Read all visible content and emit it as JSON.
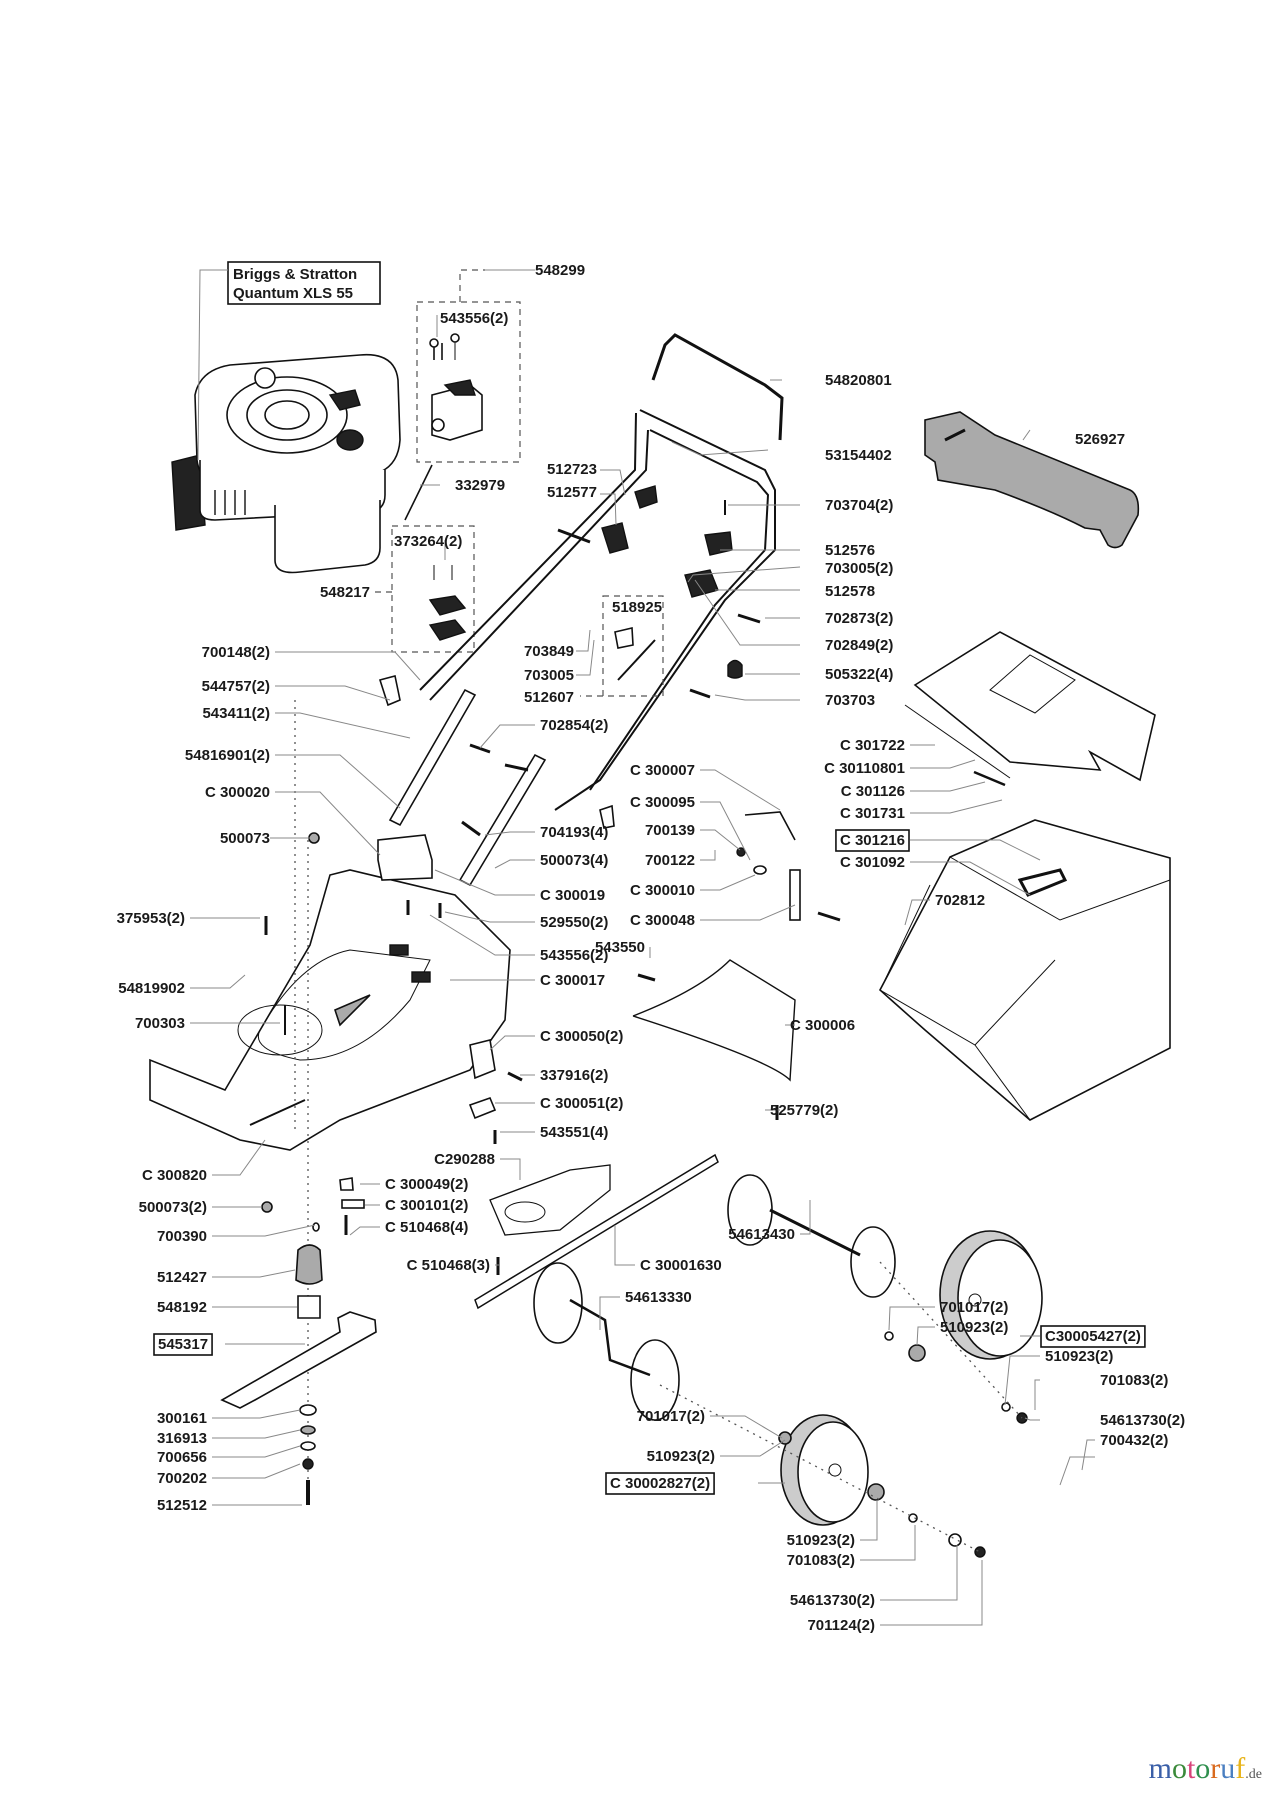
{
  "title": "Briggs & Stratton Quantum XLS 55",
  "engine_label": {
    "line1": "Briggs & Stratton",
    "line2": "Quantum XLS 55"
  },
  "labels": [
    {
      "id": "548299",
      "text": "548299",
      "boxed": false
    },
    {
      "id": "543556-2-top",
      "text": "543556(2)",
      "boxed": false
    },
    {
      "id": "332979",
      "text": "332979",
      "boxed": false
    },
    {
      "id": "373264",
      "text": "373264(2)",
      "boxed": false
    },
    {
      "id": "548217",
      "text": "548217",
      "boxed": false
    },
    {
      "id": "54820801",
      "text": "54820801",
      "boxed": false
    },
    {
      "id": "53154402",
      "text": "53154402",
      "boxed": false
    },
    {
      "id": "526927",
      "text": "526927",
      "boxed": false
    },
    {
      "id": "512723",
      "text": "512723",
      "boxed": false
    },
    {
      "id": "512577",
      "text": "512577",
      "boxed": false
    },
    {
      "id": "703704",
      "text": "703704(2)",
      "boxed": false
    },
    {
      "id": "512576",
      "text": "512576",
      "boxed": false
    },
    {
      "id": "703005-2",
      "text": "703005(2)",
      "boxed": false
    },
    {
      "id": "512578",
      "text": "512578",
      "boxed": false
    },
    {
      "id": "702873",
      "text": "702873(2)",
      "boxed": false
    },
    {
      "id": "518925",
      "text": "518925",
      "boxed": false
    },
    {
      "id": "702849",
      "text": "702849(2)",
      "boxed": false
    },
    {
      "id": "703849",
      "text": "703849",
      "boxed": false
    },
    {
      "id": "703005",
      "text": "703005",
      "boxed": false
    },
    {
      "id": "505322",
      "text": "505322(4)",
      "boxed": false
    },
    {
      "id": "512607",
      "text": "512607",
      "boxed": false
    },
    {
      "id": "703703",
      "text": "703703",
      "boxed": false
    },
    {
      "id": "700148",
      "text": "700148(2)",
      "boxed": false
    },
    {
      "id": "544757",
      "text": "544757(2)",
      "boxed": false
    },
    {
      "id": "543411",
      "text": "543411(2)",
      "boxed": false
    },
    {
      "id": "702854",
      "text": "702854(2)",
      "boxed": false
    },
    {
      "id": "54816901",
      "text": "54816901(2)",
      "boxed": false
    },
    {
      "id": "C301722",
      "text": "C 301722",
      "boxed": false
    },
    {
      "id": "C30110801",
      "text": "C 30110801",
      "boxed": false
    },
    {
      "id": "C300007",
      "text": "C 300007",
      "boxed": false
    },
    {
      "id": "C300020",
      "text": "C 300020",
      "boxed": false
    },
    {
      "id": "C300095",
      "text": "C 300095",
      "boxed": false
    },
    {
      "id": "C301126",
      "text": "C 301126",
      "boxed": false
    },
    {
      "id": "700139",
      "text": "700139",
      "boxed": false
    },
    {
      "id": "C301731",
      "text": "C 301731",
      "boxed": false
    },
    {
      "id": "500073",
      "text": "500073",
      "boxed": false
    },
    {
      "id": "704193",
      "text": "704193(4)",
      "boxed": false
    },
    {
      "id": "C301216",
      "text": "C 301216",
      "boxed": true
    },
    {
      "id": "700122",
      "text": "700122",
      "boxed": false
    },
    {
      "id": "500073-4",
      "text": "500073(4)",
      "boxed": false
    },
    {
      "id": "C301092",
      "text": "C 301092",
      "boxed": false
    },
    {
      "id": "C300019",
      "text": "C 300019",
      "boxed": false
    },
    {
      "id": "C300010",
      "text": "C 300010",
      "boxed": false
    },
    {
      "id": "375953",
      "text": "375953(2)",
      "boxed": false
    },
    {
      "id": "529550",
      "text": "529550(2)",
      "boxed": false
    },
    {
      "id": "C300048",
      "text": "C 300048",
      "boxed": false
    },
    {
      "id": "702812",
      "text": "702812",
      "boxed": false
    },
    {
      "id": "543550",
      "text": "543550",
      "boxed": false
    },
    {
      "id": "543556-2",
      "text": "543556(2)",
      "boxed": false
    },
    {
      "id": "54819902",
      "text": "54819902",
      "boxed": false
    },
    {
      "id": "C300017",
      "text": "C 300017",
      "boxed": false
    },
    {
      "id": "700303",
      "text": "700303",
      "boxed": false
    },
    {
      "id": "C300006",
      "text": "C 300006",
      "boxed": false
    },
    {
      "id": "C300050",
      "text": "C 300050(2)",
      "boxed": false
    },
    {
      "id": "337916",
      "text": "337916(2)",
      "boxed": false
    },
    {
      "id": "C300051",
      "text": "C 300051(2)",
      "boxed": false
    },
    {
      "id": "525779",
      "text": "525779(2)",
      "boxed": false
    },
    {
      "id": "543551",
      "text": "543551(4)",
      "boxed": false
    },
    {
      "id": "C290288",
      "text": "C290288",
      "boxed": false
    },
    {
      "id": "C300820",
      "text": "C 300820",
      "boxed": false
    },
    {
      "id": "C300049",
      "text": "C 300049(2)",
      "boxed": false
    },
    {
      "id": "500073-2",
      "text": "500073(2)",
      "boxed": false
    },
    {
      "id": "C300101",
      "text": "C 300101(2)",
      "boxed": false
    },
    {
      "id": "700390",
      "text": "700390",
      "boxed": false
    },
    {
      "id": "C510468-4",
      "text": "C 510468(4)",
      "boxed": false
    },
    {
      "id": "54613430",
      "text": "54613430",
      "boxed": false
    },
    {
      "id": "C510468-3",
      "text": "C 510468(3)",
      "boxed": false
    },
    {
      "id": "C30001630",
      "text": "C 30001630",
      "boxed": false
    },
    {
      "id": "512427",
      "text": "512427",
      "boxed": false
    },
    {
      "id": "54613330",
      "text": "54613330",
      "boxed": false
    },
    {
      "id": "548192",
      "text": "548192",
      "boxed": false
    },
    {
      "id": "701017-r",
      "text": "701017(2)",
      "boxed": false
    },
    {
      "id": "510923-r1",
      "text": "510923(2)",
      "boxed": false
    },
    {
      "id": "545317",
      "text": "545317",
      "boxed": true
    },
    {
      "id": "C30005427",
      "text": "C30005427(2)",
      "boxed": true
    },
    {
      "id": "510923-r2",
      "text": "510923(2)",
      "boxed": false
    },
    {
      "id": "701083-r",
      "text": "701083(2)",
      "boxed": false
    },
    {
      "id": "300161",
      "text": "300161",
      "boxed": false
    },
    {
      "id": "701017-l",
      "text": "701017(2)",
      "boxed": false
    },
    {
      "id": "54613730-r",
      "text": "54613730(2)",
      "boxed": false
    },
    {
      "id": "316913",
      "text": "316913",
      "boxed": false
    },
    {
      "id": "700432",
      "text": "700432(2)",
      "boxed": false
    },
    {
      "id": "700656",
      "text": "700656",
      "boxed": false
    },
    {
      "id": "510923-l1",
      "text": "510923(2)",
      "boxed": false
    },
    {
      "id": "700202",
      "text": "700202",
      "boxed": false
    },
    {
      "id": "C30002827",
      "text": "C 30002827(2)",
      "boxed": true
    },
    {
      "id": "512512",
      "text": "512512",
      "boxed": false
    },
    {
      "id": "510923-l2",
      "text": "510923(2)",
      "boxed": false
    },
    {
      "id": "701083-l",
      "text": "701083(2)",
      "boxed": false
    },
    {
      "id": "54613730-l",
      "text": "54613730(2)",
      "boxed": false
    },
    {
      "id": "701124",
      "text": "701124(2)",
      "boxed": false
    }
  ],
  "watermark": {
    "letters": [
      {
        "ch": "m",
        "color": "#3a5fa8"
      },
      {
        "ch": "o",
        "color": "#3a8a3a"
      },
      {
        "ch": "t",
        "color": "#d8437a"
      },
      {
        "ch": "o",
        "color": "#2f8f4e"
      },
      {
        "ch": "r",
        "color": "#d96a1e"
      },
      {
        "ch": "u",
        "color": "#4a7fc1"
      },
      {
        "ch": "f",
        "color": "#e8b41a"
      }
    ],
    "tld": ".de"
  }
}
